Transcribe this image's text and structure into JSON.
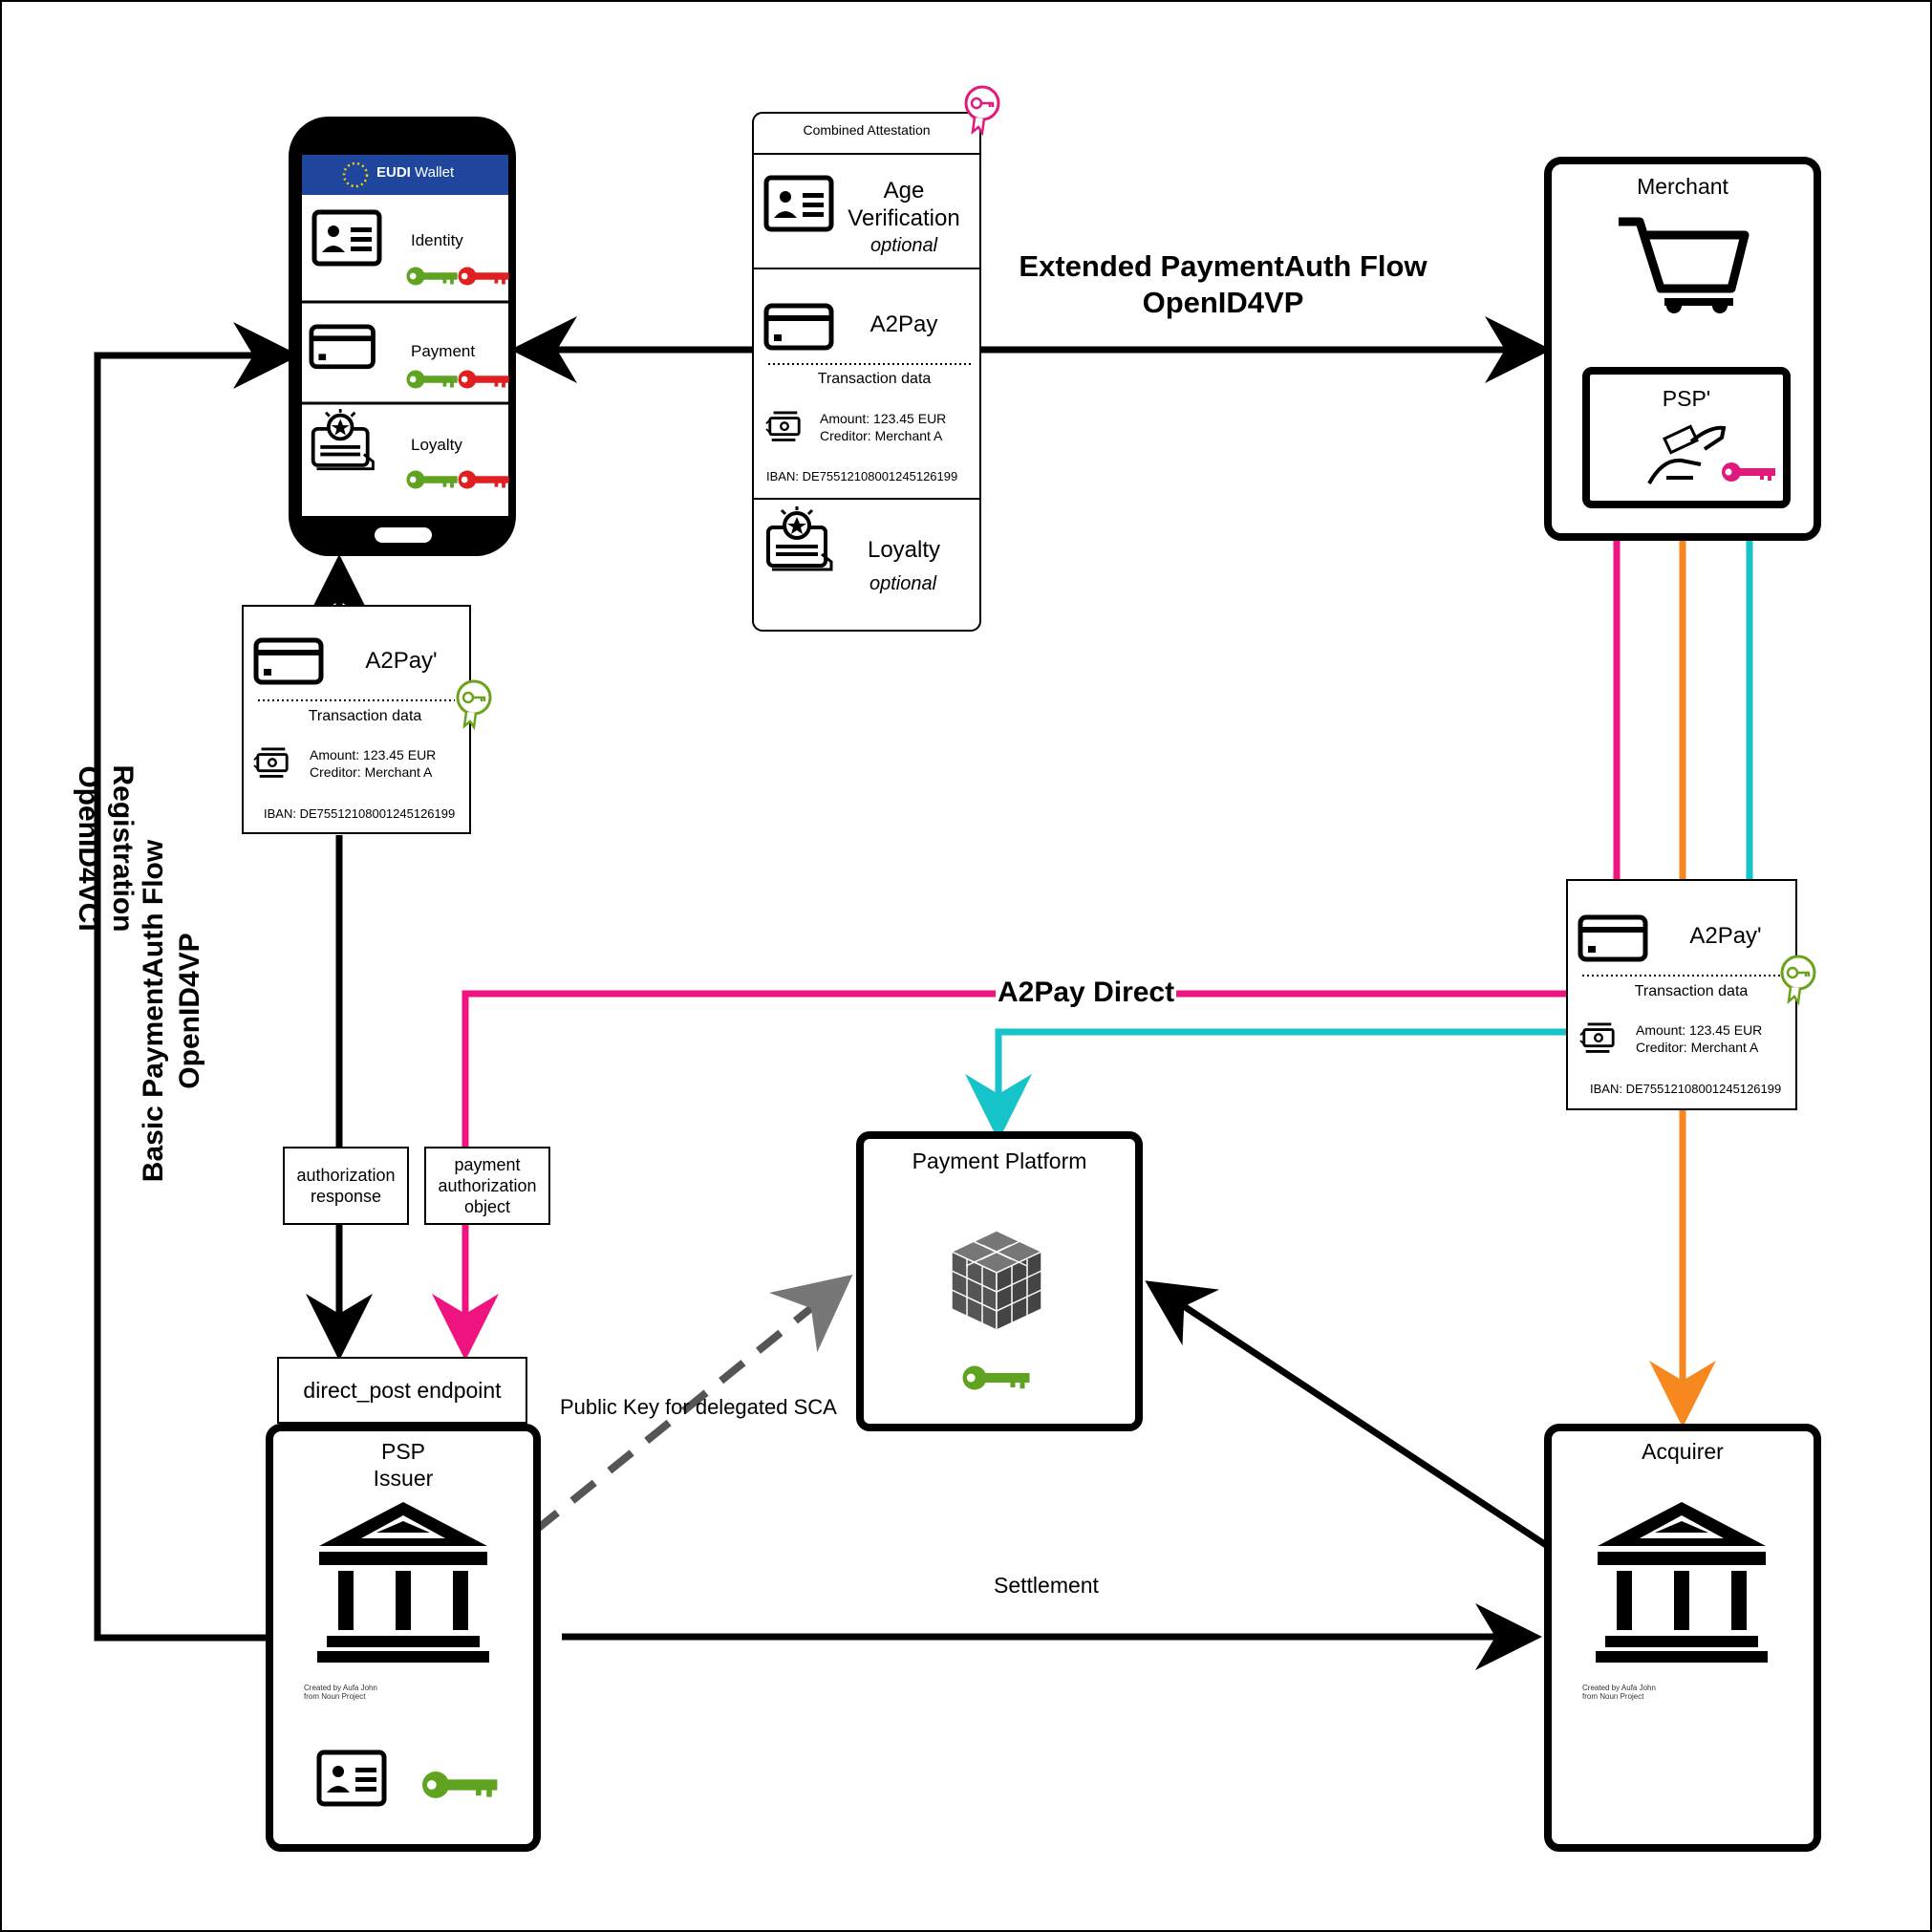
{
  "phone": {
    "header": "EUDI Wallet",
    "header_bold": "EUDI",
    "header_rest": "Wallet",
    "items": [
      {
        "label": "Identity",
        "icon": "id-card-icon"
      },
      {
        "label": "Payment",
        "icon": "credit-card-icon"
      },
      {
        "label": "Loyalty",
        "icon": "loyalty-card-icon"
      }
    ],
    "key_colors": {
      "green": "#5fa321",
      "red": "#e02020"
    }
  },
  "combined": {
    "title": "Combined Attestation",
    "age_line1": "Age",
    "age_line2": "Verification",
    "age_optional": "optional",
    "a2pay_title": "A2Pay",
    "tx_label": "Transaction data",
    "amount": "Amount: 123.45 EUR",
    "creditor": "Creditor: Merchant A",
    "iban": "IBAN: DE75512108001245126199",
    "loyalty_title": "Loyalty",
    "loyalty_optional": "optional",
    "badge_color": "#e0197d"
  },
  "card_left": {
    "title": "A2Pay'",
    "tx_label": "Transaction data",
    "amount": "Amount: 123.45 EUR",
    "creditor": "Creditor: Merchant A",
    "iban": "IBAN: DE75512108001245126199",
    "badge_color": "#6aa319"
  },
  "card_right": {
    "title": "A2Pay'",
    "tx_label": "Transaction data",
    "amount": "Amount: 123.45 EUR",
    "creditor": "Creditor: Merchant A",
    "iban": "IBAN: DE75512108001245126199",
    "badge_color": "#6aa319"
  },
  "merchant": {
    "title": "Merchant",
    "psp_title": "PSP'",
    "key_color": "#e0197d"
  },
  "flows": {
    "extended_line1": "Extended PaymentAuth Flow",
    "extended_line2": "OpenID4VP",
    "registration_line1": "Registration",
    "registration_line2": "OpenID4VCI",
    "basic_line1": "Basic PaymentAuth Flow",
    "basic_line2": "OpenID4VP",
    "a2pay_direct": "A2Pay Direct",
    "public_key": "Public Key for delegated SCA",
    "settlement": "Settlement"
  },
  "boxes": {
    "auth_response": "authorization response",
    "payment_auth_object": "payment authorization object",
    "direct_post": "direct_post endpoint"
  },
  "payment_platform": {
    "title": "Payment Platform",
    "key_color": "#5fa321"
  },
  "psp_issuer": {
    "title_line1": "PSP",
    "title_line2": "Issuer",
    "credit": "Created by Aufa John from Noun Project",
    "key_color": "#5fa321"
  },
  "acquirer": {
    "title": "Acquirer",
    "credit": "Created by Aufa John from Noun Project"
  },
  "colors": {
    "pink": "#f01480",
    "orange": "#f7871f",
    "cyan": "#16c3c9",
    "gray": "#555555",
    "eu_blue": "#1f469c"
  }
}
